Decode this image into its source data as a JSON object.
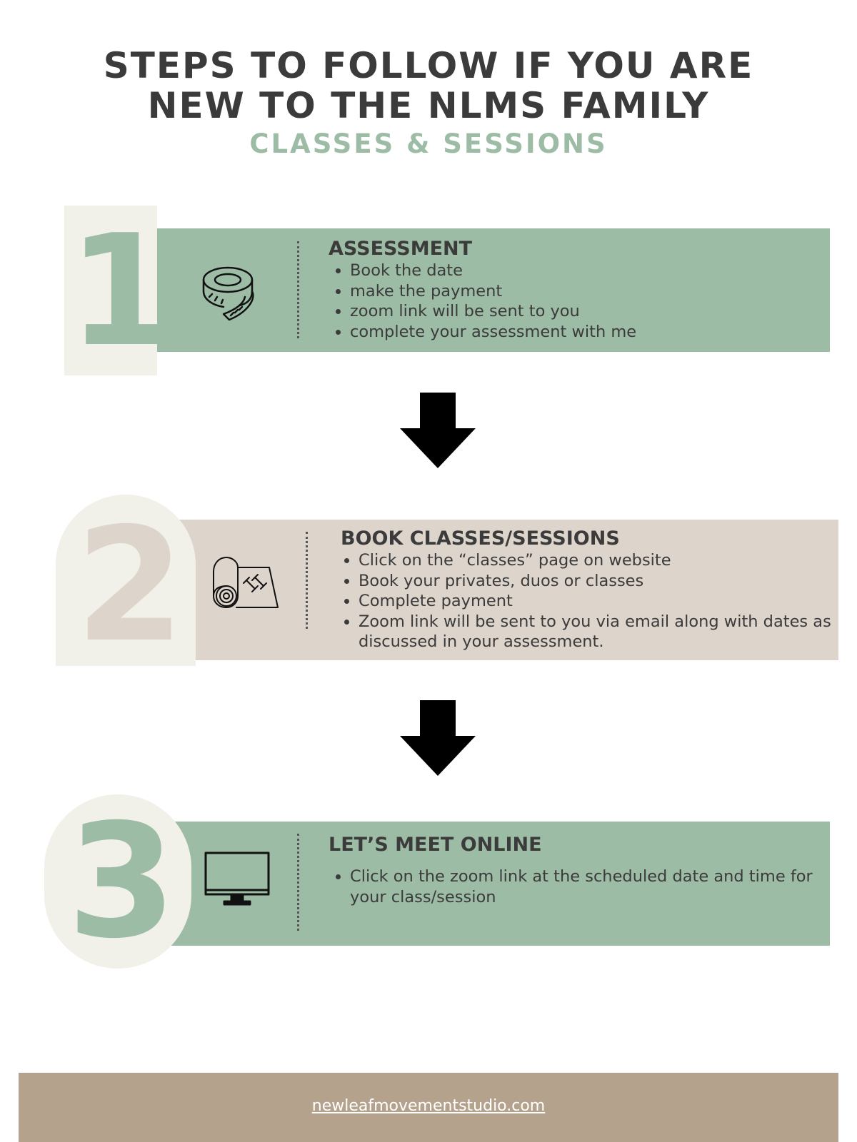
{
  "header": {
    "title_line1": "STEPS TO FOLLOW IF YOU ARE",
    "title_line2": "NEW TO THE NLMS FAMILY",
    "subtitle": "CLASSES & SESSIONS"
  },
  "colors": {
    "sage": "#9dbca5",
    "taupe": "#ddd4cc",
    "cream": "#f1f0e9",
    "footer": "#b4a28d",
    "text": "#3b3b3b"
  },
  "steps": [
    {
      "number": "1",
      "icon": "measuring-tape-icon",
      "heading": "ASSESSMENT",
      "items": [
        "Book the date",
        "make the payment",
        "zoom link will be sent to you",
        "complete your assessment with me"
      ]
    },
    {
      "number": "2",
      "icon": "yoga-mat-dumbbells-icon",
      "heading": "BOOK CLASSES/SESSIONS",
      "items": [
        "Click on the “classes” page on website",
        "Book your privates, duos or classes",
        "Complete payment",
        "Zoom link will be sent to you via email along with dates as discussed in your assessment."
      ]
    },
    {
      "number": "3",
      "icon": "monitor-icon",
      "heading": "LET’S MEET ONLINE",
      "items": [
        "Click on the zoom link at the scheduled date and time for your class/session"
      ]
    }
  ],
  "footer": {
    "link": "newleafmovementstudio.com"
  }
}
